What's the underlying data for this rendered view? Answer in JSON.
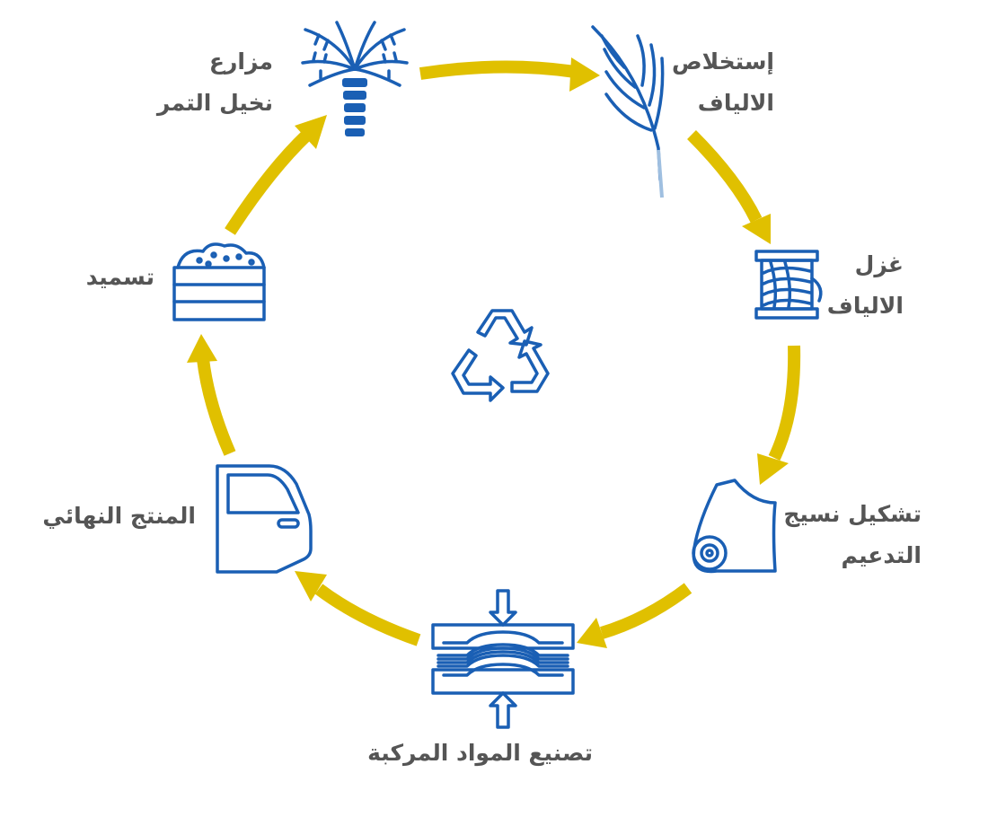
{
  "diagram": {
    "stages": [
      {
        "id": "palm-farms",
        "line1": "مزارع",
        "line2": "نخيل التمر",
        "icon": "palm-tree-icon"
      },
      {
        "id": "fiber-extraction",
        "line1": "إستخلاص",
        "line2": "الالياف",
        "icon": "palm-frond-icon"
      },
      {
        "id": "fiber-spinning",
        "line1": "غزل",
        "line2": "الالياف",
        "icon": "yarn-spool-icon"
      },
      {
        "id": "fabric-forming",
        "line1": "تشكيل نسيج",
        "line2": "التدعيم",
        "icon": "fabric-roll-icon"
      },
      {
        "id": "composite-manufacturing",
        "line1": "تصنيع المواد المركبة",
        "line2": "",
        "icon": "press-mold-icon"
      },
      {
        "id": "final-product",
        "line1": "المنتج النهائي",
        "line2": "",
        "icon": "car-door-icon"
      },
      {
        "id": "composting",
        "line1": "تسميد",
        "line2": "",
        "icon": "compost-bin-icon"
      }
    ],
    "center_icon": "recycle-icon",
    "colors": {
      "arrow": "#e0c000",
      "icon": "#1a5fb4",
      "text": "#555555"
    }
  }
}
